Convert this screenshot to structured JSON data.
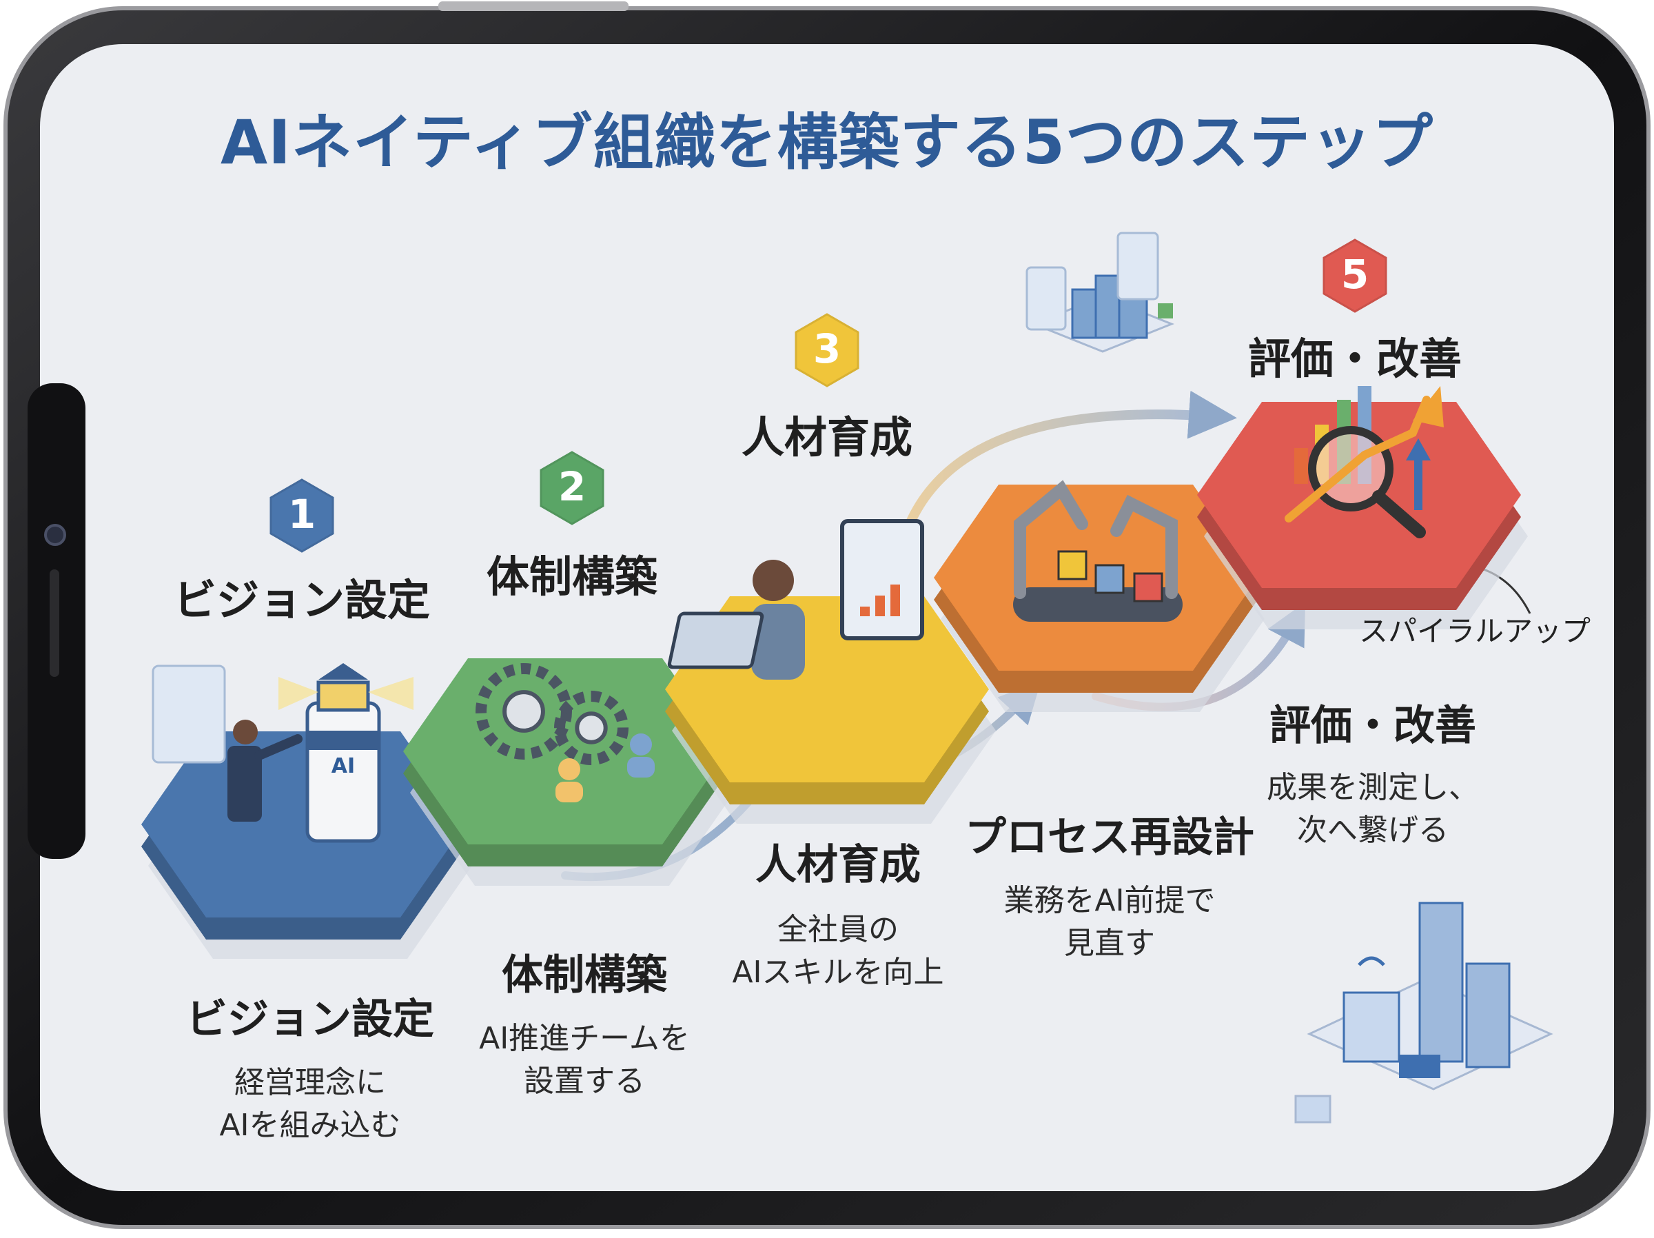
{
  "title": "AIネイティブ組織を構築する5つのステップ",
  "steps": [
    {
      "number": "1",
      "label": "ビジョン設定",
      "color": "#4a76ad",
      "badge_color": "#4a76ad",
      "icon": "lighthouse-icon"
    },
    {
      "number": "2",
      "label": "体制構築",
      "color": "#6aaf6c",
      "badge_color": "#5aa566",
      "icon": "gears-team-icon"
    },
    {
      "number": "3",
      "label": "人材育成",
      "color": "#f0c53a",
      "badge_color": "#f0c53a",
      "icon": "learner-laptop-icon"
    },
    {
      "number": "",
      "label": "",
      "color": "#ec8b3e",
      "badge_color": "",
      "icon": "robot-arms-icon"
    },
    {
      "number": "5",
      "label": "評価・改善",
      "color": "#e05a52",
      "badge_color": "#e05a52",
      "icon": "chart-magnifier-icon"
    }
  ],
  "lower": [
    {
      "title": "ビジョン設定",
      "desc": "経営理念に\nAIを組み込む"
    },
    {
      "title": "体制構築",
      "desc": "AI推進チームを\n設置する"
    },
    {
      "title": "人材育成",
      "desc": "全社員の\nAIスキルを向上"
    },
    {
      "title": "プロセス再設計",
      "desc": "業務をAI前提で\n見直す"
    },
    {
      "title": "評価・改善",
      "desc": "成果を測定し、\n次へ繋げる"
    }
  ],
  "spiral_label": "スパイラルアップ",
  "icons": {
    "lighthouse_label": "AI"
  },
  "colors": {
    "frame": "#1b1b1d",
    "screen": "#eceef2",
    "title": "#2e5b97"
  }
}
